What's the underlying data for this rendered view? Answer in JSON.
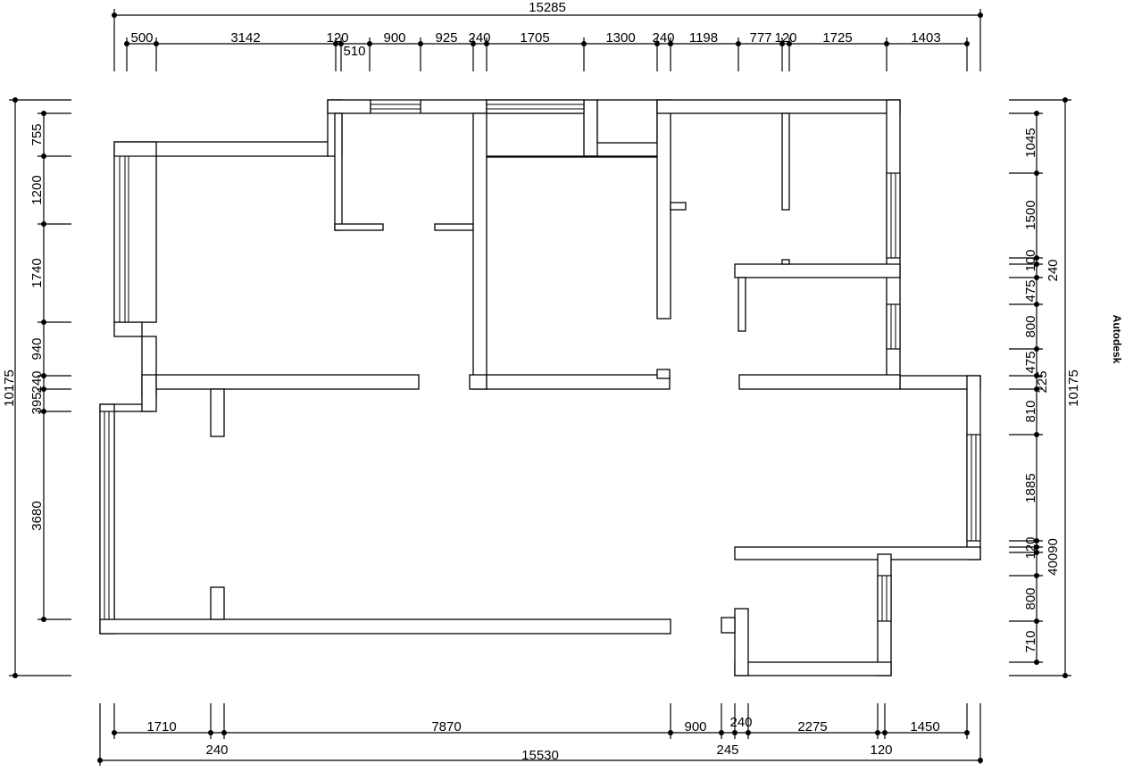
{
  "watermark": "Autodesk",
  "top_overall": "15285",
  "top_dims": [
    "500",
    "3142",
    "120",
    "510",
    "900",
    "925",
    "240",
    "1705",
    "1300",
    "240",
    "1198",
    "777",
    "120",
    "1725",
    "1403"
  ],
  "bottom_overall": "15530",
  "bottom_dims_upper": [
    "1710",
    "7870",
    "900",
    "240",
    "2275",
    "1450"
  ],
  "bottom_dims_lower": [
    "240",
    "245",
    "120"
  ],
  "left_overall": "10175",
  "left_dims": [
    "755",
    "1200",
    "1740",
    "940",
    "240",
    "395",
    "3680"
  ],
  "right_overall": "10175",
  "right_dims": [
    "1045",
    "1500",
    "100",
    "240",
    "475",
    "800",
    "475",
    "225",
    "810",
    "1885",
    "120",
    "40090",
    "800",
    "710"
  ]
}
